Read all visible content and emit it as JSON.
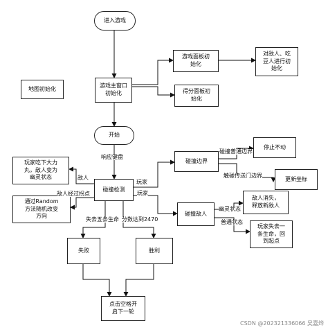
{
  "nodes": {
    "enter_game": "进入游戏",
    "main_window_init": "游戏主窗口\n初始化",
    "map_init": "地图初始化",
    "game_panel_init": "游戏面板初\n始化",
    "score_panel_init": "得分面板初\n始化",
    "enemy_eat_note": "对敌人、吃\n豆人进行初\n始化",
    "start": "开始",
    "collision_detect": "碰撞检测",
    "hit_border": "碰撞边界",
    "stop": "停止不动",
    "update_coords": "更新坐标",
    "hit_enemy": "碰撞敌人",
    "enemy_vanish": "敌人消失，\n释放新敌人",
    "player_lose_life": "玩家失去一\n条生命，回\n到起点",
    "player_eat_pill": "玩家吃下大力\n丸，敌人变为\n幽灵状态",
    "random_direction": "通过Random\n方法随机改变\n方向",
    "fail": "失败",
    "win": "胜利",
    "press_space": "点击空格开\n启下一轮"
  },
  "labels": {
    "respond_keyboard": "响应键盘",
    "player_a": "玩家",
    "player_b": "玩家",
    "enemy_a": "敌人",
    "enemy_passes_corner": "敌人经过拐点",
    "hit_normal_border": "碰撞普通边界",
    "hit_portal_border": "触碰传送门边界",
    "ghost_state": "幽灵状态",
    "normal_state": "普通状态",
    "lose_five_lives": "失去五条生命",
    "score_reach": "分数达到2470"
  },
  "watermark": "CSDN @2023213360​66 吴嘉烨"
}
